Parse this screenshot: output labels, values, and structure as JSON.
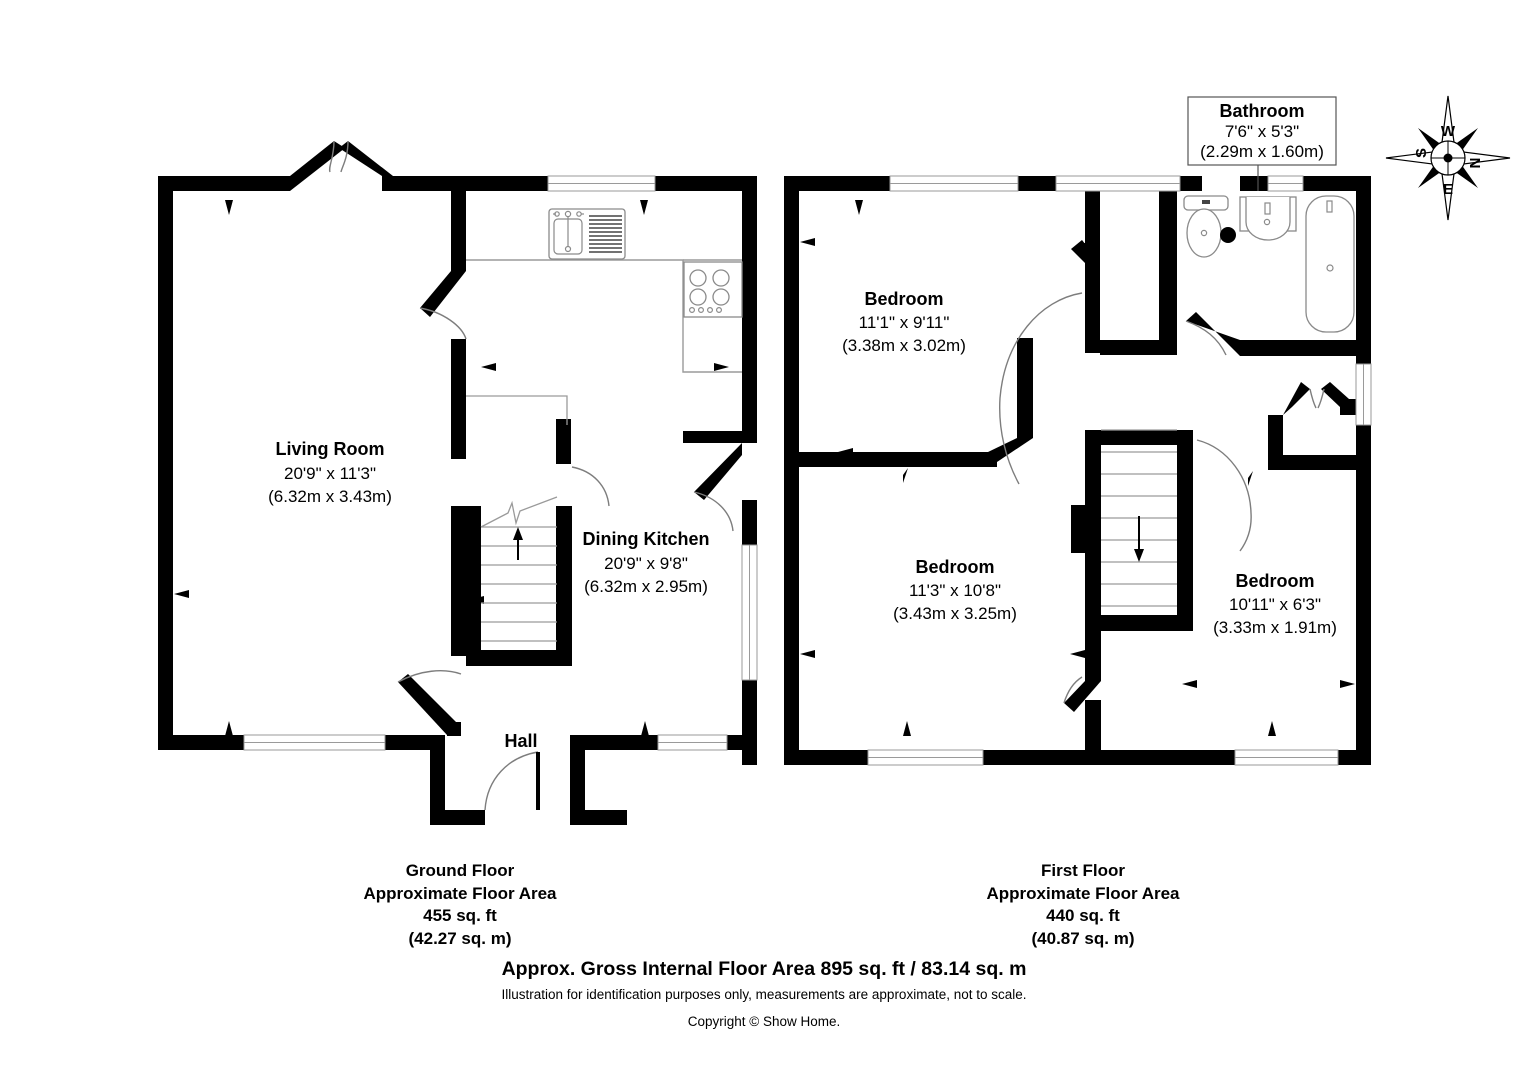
{
  "document": {
    "type": "floor-plan",
    "title": "Approx. Gross Internal Floor Area 895 sq. ft / 83.14 sq. m",
    "disclaimer": "Illustration for identification purposes only, measurements are approximate, not to scale.",
    "copyright": "Copyright © Show Home."
  },
  "compass": {
    "name": "compass-rose",
    "labels": {
      "top": "W",
      "right": "N",
      "bottom": "E",
      "left": "S"
    }
  },
  "floors": [
    {
      "id": "ground",
      "caption_line1": "Ground Floor",
      "caption_line2": "Approximate Floor Area",
      "caption_line3": "455 sq. ft",
      "caption_line4": "(42.27 sq. m)",
      "rooms": [
        {
          "key": "living-room",
          "name": "Living Room",
          "dim_imperial": "20'9\" x 11'3\"",
          "dim_metric": "(6.32m x 3.43m)"
        },
        {
          "key": "dining-kitchen",
          "name": "Dining Kitchen",
          "dim_imperial": "20'9\" x 9'8\"",
          "dim_metric": "(6.32m x 2.95m)"
        },
        {
          "key": "hall",
          "name": "Hall",
          "dim_imperial": "",
          "dim_metric": ""
        }
      ],
      "fixtures": [
        "sink-with-drainer",
        "hob-cooker",
        "staircase-up"
      ]
    },
    {
      "id": "first",
      "caption_line1": "First Floor",
      "caption_line2": "Approximate Floor Area",
      "caption_line3": "440 sq. ft",
      "caption_line4": "(40.87 sq. m)",
      "rooms": [
        {
          "key": "bedroom-1",
          "name": "Bedroom",
          "dim_imperial": "11'1\" x 9'11\"",
          "dim_metric": "(3.38m x 3.02m)"
        },
        {
          "key": "bedroom-2",
          "name": "Bedroom",
          "dim_imperial": "11'3\" x 10'8\"",
          "dim_metric": "(3.43m x 3.25m)"
        },
        {
          "key": "bedroom-3",
          "name": "Bedroom",
          "dim_imperial": "10'11\" x 6'3\"",
          "dim_metric": "(3.33m x 1.91m)"
        },
        {
          "key": "bathroom",
          "name": "Bathroom",
          "dim_imperial": "7'6\" x 5'3\"",
          "dim_metric": "(2.29m x 1.60m)"
        }
      ],
      "fixtures": [
        "toilet",
        "wash-basin",
        "bath-tub",
        "staircase-down"
      ]
    }
  ],
  "colors": {
    "wall": "#000000",
    "background": "#ffffff",
    "line": "#888888",
    "text": "#000000"
  }
}
